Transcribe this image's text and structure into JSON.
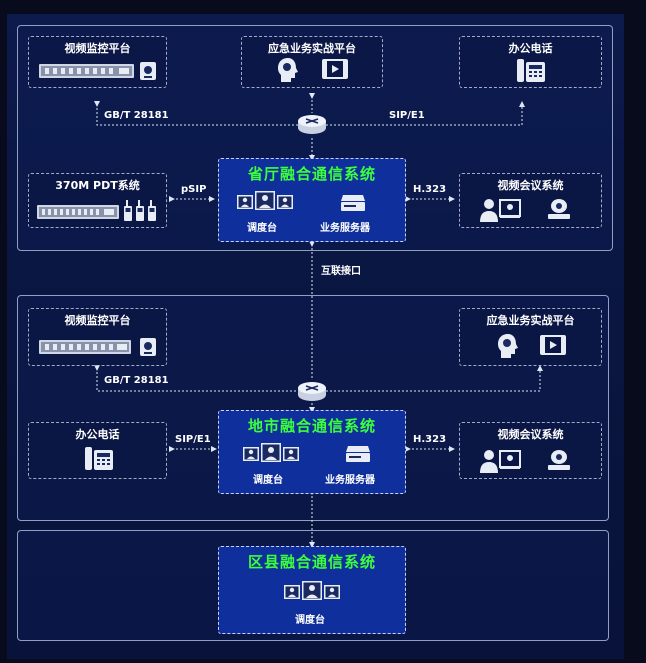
{
  "province": {
    "video": "视频监控平台",
    "emergency": "应急业务实战平台",
    "phone": "办公电话",
    "pdt": "370M PDT系统",
    "core_title": "省厅融合通信系统",
    "dispatch": "调度台",
    "server": "业务服务器",
    "conf": "视频会议系统",
    "proto_gb": "GB/T 28181",
    "proto_sip": "SIP/E1",
    "proto_psip": "pSIP",
    "proto_h323": "H.323"
  },
  "interconnect": "互联接口",
  "city": {
    "video": "视频监控平台",
    "emergency": "应急业务实战平台",
    "phone": "办公电话",
    "core_title": "地市融合通信系统",
    "dispatch": "调度台",
    "server": "业务服务器",
    "conf": "视频会议系统",
    "proto_gb": "GB/T 28181",
    "proto_sip": "SIP/E1",
    "proto_h323": "H.323"
  },
  "county": {
    "core_title": "区县融合通信系统",
    "dispatch": "调度台"
  },
  "colors": {
    "accent_green": "#3cff3c",
    "core_fill": "#0f2f9c",
    "panel": "#0c1a4c"
  }
}
